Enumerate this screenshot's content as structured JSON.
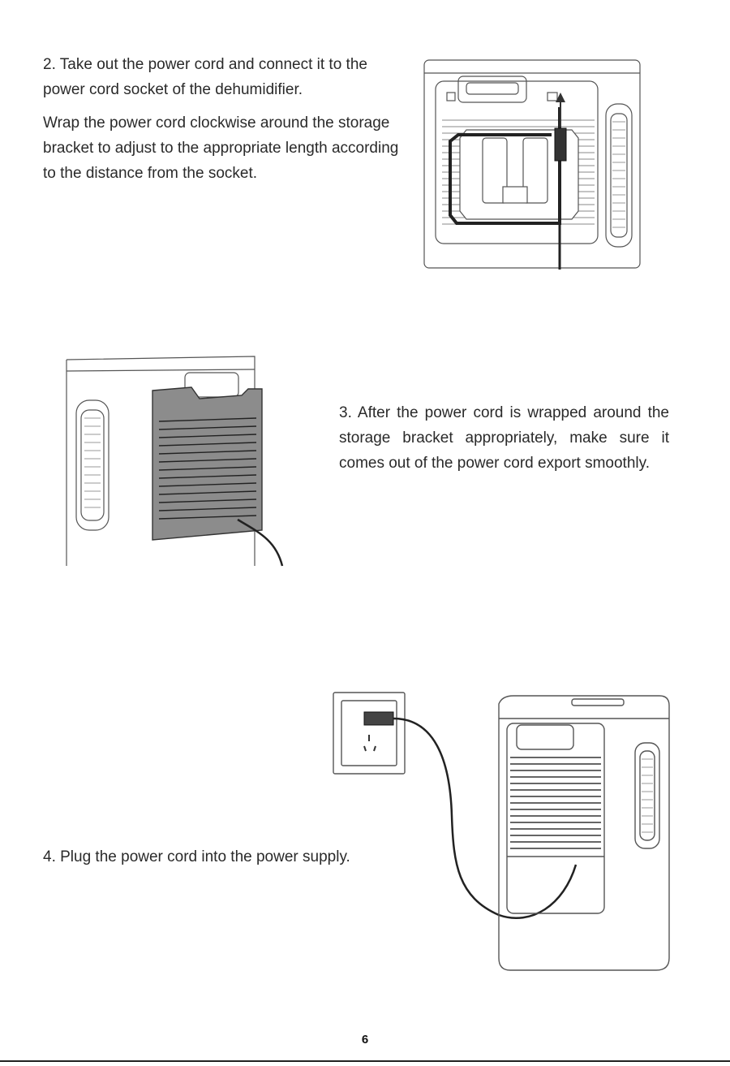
{
  "step2": {
    "line1": "2. Take out the power cord and connect it to the power cord socket of the dehumidifier.",
    "line2": "Wrap the power cord clockwise around the storage bracket to adjust to the appropriate length according to the distance from the socket."
  },
  "step3": {
    "text": "3. After the power cord is wrapped around the storage bracket appropriately, make sure it comes out of the power cord export smoothly."
  },
  "step4": {
    "text": "4. Plug the power cord into the power supply."
  },
  "footer": {
    "page_number": "6"
  },
  "colors": {
    "text": "#2a2a2a",
    "line_art": "#555555",
    "cover_panel": "#8c8c8c",
    "cord": "#222222"
  }
}
